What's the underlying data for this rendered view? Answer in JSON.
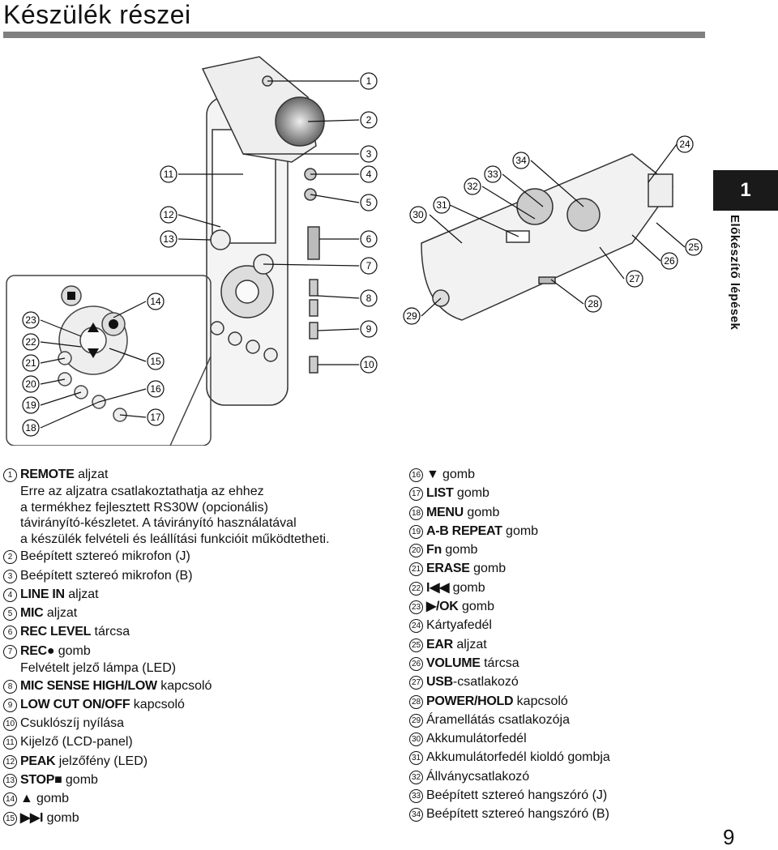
{
  "page": {
    "title": "Készülék részei",
    "chapter_number": "1",
    "chapter_title": "Előkészítő lépések",
    "page_number": "9"
  },
  "callouts": [
    "1",
    "2",
    "3",
    "4",
    "5",
    "6",
    "7",
    "8",
    "9",
    "10",
    "11",
    "12",
    "13",
    "14",
    "15",
    "16",
    "17",
    "18",
    "19",
    "20",
    "21",
    "22",
    "23",
    "24",
    "25",
    "26",
    "27",
    "28",
    "29",
    "30",
    "31",
    "32",
    "33",
    "34"
  ],
  "parts_left": [
    {
      "n": "1",
      "kw": "REMOTE",
      "text": " aljzat"
    },
    {
      "n": "2",
      "kw": "",
      "text": "Beépített sztereó mikrofon (J)"
    },
    {
      "n": "3",
      "kw": "",
      "text": "Beépített sztereó mikrofon (B)"
    },
    {
      "n": "4",
      "kw": "LINE IN",
      "text": " aljzat"
    },
    {
      "n": "5",
      "kw": "MIC",
      "text": " aljzat"
    },
    {
      "n": "6",
      "kw": "REC LEVEL",
      "text": " tárcsa"
    },
    {
      "n": "7",
      "kw": "REC●",
      "text": " gomb"
    },
    {
      "n": "8",
      "kw": "MIC SENSE HIGH/LOW",
      "text": " kapcsoló"
    },
    {
      "n": "9",
      "kw": "LOW CUT ON/OFF",
      "text": " kapcsoló"
    },
    {
      "n": "10",
      "kw": "",
      "text": "Csuklószíj nyílása"
    },
    {
      "n": "11",
      "kw": "",
      "text": "Kijelző (LCD-panel)"
    },
    {
      "n": "12",
      "kw": "PEAK",
      "text": " jelzőfény (LED)"
    },
    {
      "n": "13",
      "kw": "STOP■",
      "text": " gomb"
    },
    {
      "n": "14",
      "kw": "▲",
      "text": " gomb"
    },
    {
      "n": "15",
      "kw": "▶▶I",
      "text": " gomb"
    }
  ],
  "remote_desc": [
    "Erre az aljzatra csatlakoztathatja az ehhez",
    "a termékhez fejlesztett RS30W (opcionális)",
    "távirányító-készletet. A távirányító használatával",
    "a készülék felvételi és leállítási funkcióit működtetheti."
  ],
  "rec_desc": "Felvételt jelző lámpa (LED)",
  "parts_right": [
    {
      "n": "16",
      "kw": "▼",
      "text": " gomb"
    },
    {
      "n": "17",
      "kw": "LIST",
      "text": " gomb"
    },
    {
      "n": "18",
      "kw": "MENU",
      "text": " gomb"
    },
    {
      "n": "19",
      "kw": "A-B REPEAT",
      "text": " gomb"
    },
    {
      "n": "20",
      "kw": "Fn",
      "text": " gomb"
    },
    {
      "n": "21",
      "kw": "ERASE",
      "text": " gomb"
    },
    {
      "n": "22",
      "kw": "I◀◀",
      "text": " gomb"
    },
    {
      "n": "23",
      "kw": "▶/OK",
      "text": " gomb"
    },
    {
      "n": "24",
      "kw": "",
      "text": "Kártyafedél"
    },
    {
      "n": "25",
      "kw": "EAR",
      "text": " aljzat"
    },
    {
      "n": "26",
      "kw": "VOLUME",
      "text": " tárcsa"
    },
    {
      "n": "27",
      "kw": "USB",
      "text": "-csatlakozó"
    },
    {
      "n": "28",
      "kw": "POWER/HOLD",
      "text": " kapcsoló"
    },
    {
      "n": "29",
      "kw": "",
      "text": "Áramellátás csatlakozója"
    },
    {
      "n": "30",
      "kw": "",
      "text": "Akkumulátorfedél"
    },
    {
      "n": "31",
      "kw": "",
      "text": "Akkumulátorfedél kioldó gombja"
    },
    {
      "n": "32",
      "kw": "",
      "text": "Állványcsatlakozó"
    },
    {
      "n": "33",
      "kw": "",
      "text": "Beépített sztereó hangszóró (J)"
    },
    {
      "n": "34",
      "kw": "",
      "text": "Beépített sztereó hangszóró (B)"
    }
  ]
}
